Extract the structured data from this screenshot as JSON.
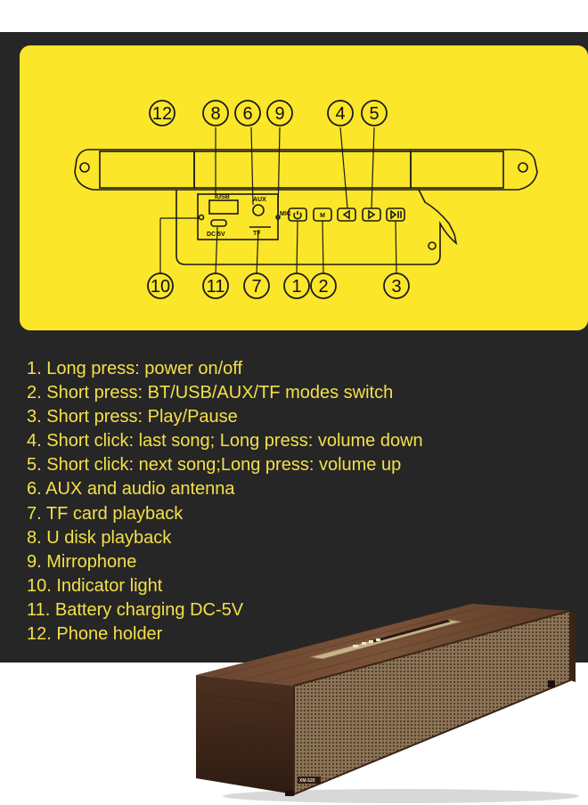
{
  "diagram": {
    "callouts": {
      "c12": "12",
      "c8": "8",
      "c6": "6",
      "c9": "9",
      "c4": "4",
      "c5": "5",
      "c10": "10",
      "c11": "11",
      "c7": "7",
      "c1": "1",
      "c2": "2",
      "c3": "3"
    },
    "port_labels": {
      "usb": "USB",
      "aux": "AUX",
      "mic": "MIC",
      "dc": "DC 5V",
      "tf": "TF"
    },
    "button_glyphs": {
      "mode": "M"
    }
  },
  "features": [
    "1. Long press: power on/off",
    "2. Short press: BT/USB/AUX/TF modes switch",
    "3. Short press: Play/Pause",
    "4. Short click: last song; Long press: volume down",
    "5. Short click: next song;Long press: volume up",
    "6. AUX and audio antenna",
    "7. TF card playback",
    "8. U disk playback",
    "9. Mirrophone",
    "10. Indicator light",
    "11. Battery charging DC-5V",
    "12. Phone holder"
  ],
  "product": {
    "model_label": "XM-520"
  },
  "colors": {
    "background_dark": "#262626",
    "card_yellow": "#fbe62a",
    "list_text": "#f3e04a",
    "wood": "#5a3a26",
    "grille": "#9a8262"
  }
}
